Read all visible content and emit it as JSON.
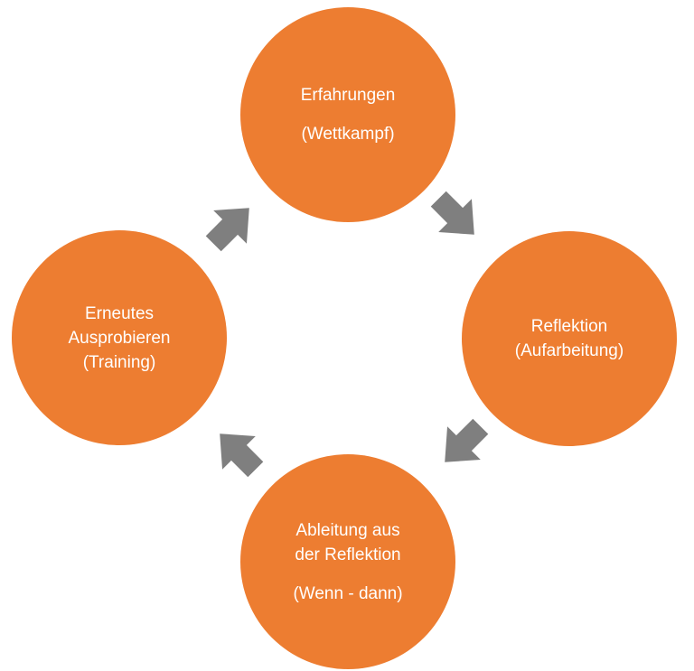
{
  "colors": {
    "node_fill": "#ED7D31",
    "arrow_fill": "#7F7F7F",
    "text": "#FFFFFF"
  },
  "nodes": {
    "top": {
      "line1": "Erfahrungen",
      "line2": "(Wettkampf)"
    },
    "right": {
      "line1": "Reflektion",
      "line2": "(Aufarbeitung)"
    },
    "bottom": {
      "line1": "Ableitung aus",
      "line2": "der Reflektion",
      "line3": "(Wenn - dann)"
    },
    "left": {
      "line1": "Erneutes",
      "line2": "Ausprobieren",
      "line3": "(Training)"
    }
  },
  "arrows": [
    {
      "name": "arrow-top-to-right",
      "direction": "down-right"
    },
    {
      "name": "arrow-right-to-bottom",
      "direction": "down-left"
    },
    {
      "name": "arrow-bottom-to-left",
      "direction": "up-left"
    },
    {
      "name": "arrow-left-to-top",
      "direction": "up-right"
    }
  ]
}
